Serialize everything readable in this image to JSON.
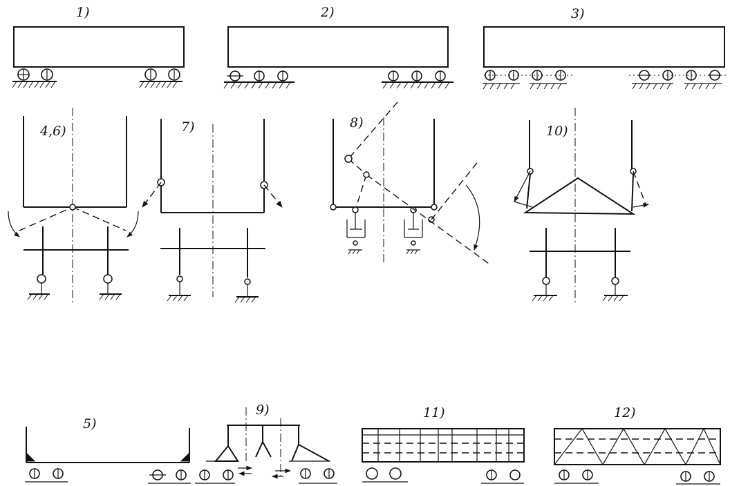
{
  "labels": {
    "s1": "1)",
    "s2": "2)",
    "s3": "3)",
    "s46": "4,6)",
    "s7": "7)",
    "s8": "8)",
    "s10": "10)",
    "s5": "5)",
    "s9": "9)",
    "s11": "11)",
    "s12": "12)"
  },
  "colors": {
    "ink": "#111111",
    "paper": "#ffffff"
  }
}
